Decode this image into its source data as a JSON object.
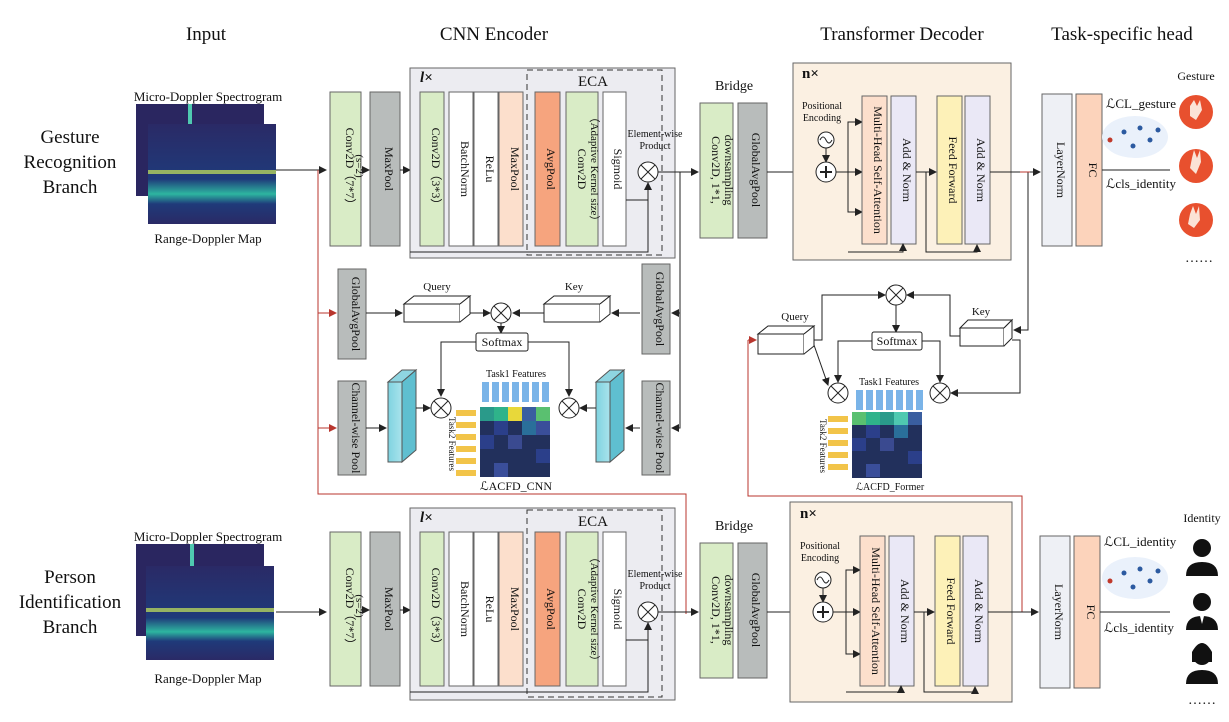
{
  "headers": {
    "input": "Input",
    "encoder": "CNN Encoder",
    "decoder": "Transformer Decoder",
    "head": "Task-specific head"
  },
  "branches": {
    "gesture": [
      "Gesture",
      "Recognition",
      "Branch"
    ],
    "person": [
      "Person",
      "Identification",
      "Branch"
    ]
  },
  "input_labels": {
    "spectrogram": "Micro-Doppler Spectrogram",
    "rdmap": "Range-Doppler Map"
  },
  "encoder": {
    "conv7": "Conv2D（7*7）",
    "stride": "(s=2)",
    "maxpool": "MaxPool",
    "repeat": "l×",
    "conv3": "Conv2D（3*3）",
    "batchnorm": "BatchNorm",
    "relu": "ReLu",
    "maxpool2": "MaxPool",
    "eca_title": "ECA",
    "avgpool": "AvgPool",
    "eca_conv": "Conv2D",
    "eca_conv_sub": "（Adaptive Kernel size）",
    "sigmoid": "Sigmoid",
    "product_label": [
      "Element-wise",
      "Product"
    ]
  },
  "bridge": {
    "title": "Bridge",
    "conv": "Conv2D, 1*1,",
    "conv_sub": "downsampling",
    "gap": "GlobalAvgPool"
  },
  "decoder": {
    "repeat": "n×",
    "pe": [
      "Positional",
      "Encoding"
    ],
    "mhsa": "Multi-Head Self-Attention",
    "addnorm": "Add & Norm",
    "ff": "Feed Forward"
  },
  "head": {
    "layernorm": "LayerNorm",
    "fc": "FC"
  },
  "losses": {
    "cl_gesture": "ℒCL_gesture",
    "cls_identity_top": "ℒcls_identity",
    "cl_identity": "ℒCL_identity",
    "cls_identity_bottom": "ℒcls_identity",
    "acfd_cnn": "ℒACFD_CNN",
    "acfd_former": "ℒACFD_Former"
  },
  "fusion": {
    "gap": "GlobalAvgPool",
    "query": "Query",
    "key": "Key",
    "softmax": "Softmax",
    "cwp": "Channel-wise Pool",
    "task1": "Task1 Features",
    "task2": "Task2 Features"
  },
  "outputs": {
    "gesture": "Gesture",
    "identity": "Identity",
    "ellipsis": "……"
  },
  "colors": {
    "green": "#d9ecc6",
    "grey": "#b8bcbb",
    "orange": "#f6a47e",
    "peach": "#fcdfcc",
    "cream": "#fdf6db",
    "yellow": "#fdf1b8",
    "lavender": "#eae8f6",
    "encoder_bg": "#ececf1",
    "decoder_bg": "#fbf0e2",
    "red_line": "#b8362e",
    "heat_dark": "#22305c"
  }
}
